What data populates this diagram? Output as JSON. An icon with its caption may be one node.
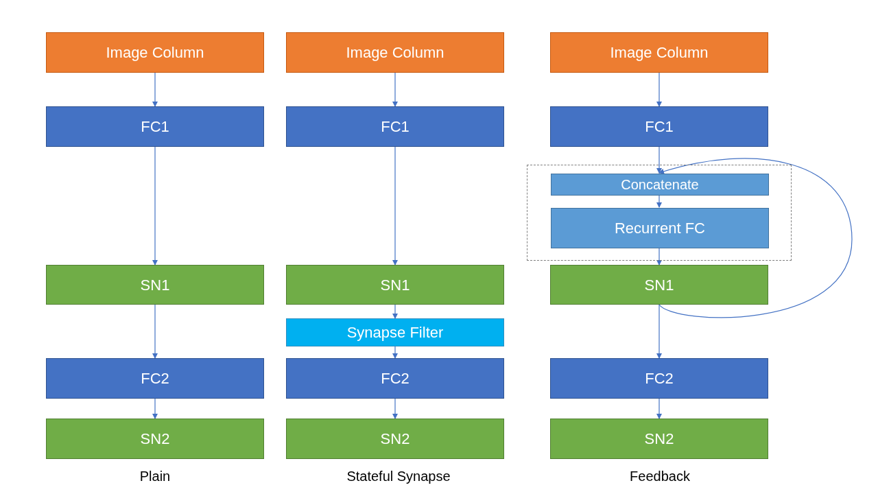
{
  "diagram": {
    "nodes": [
      {
        "text": [
          "Image Column"
        ]
      },
      {
        "text": [
          "FC1"
        ]
      },
      {
        "text": [
          "SN1"
        ]
      },
      {
        "text": [
          "FC2"
        ]
      },
      {
        "text": [
          "SN2"
        ]
      },
      {
        "text": [
          "Image Column"
        ]
      },
      {
        "text": [
          "FC1"
        ]
      },
      {
        "text": [
          "SN1"
        ]
      },
      {
        "text": [
          "Synapse Filter"
        ]
      },
      {
        "text": [
          "FC2"
        ]
      },
      {
        "text": [
          "SN2"
        ]
      },
      {
        "text": [
          "Image Column"
        ]
      },
      {
        "text": [
          "FC1"
        ]
      },
      {
        "text": [],
        "shape": "box"
      },
      {
        "text": [
          "Concatenate"
        ],
        "in": 13
      },
      {
        "text": [
          "Recurrent FC"
        ],
        "in": 13
      },
      {
        "text": [
          "SN1"
        ]
      },
      {
        "text": [
          "FC2"
        ]
      },
      {
        "text": [
          "SN2"
        ]
      }
    ],
    "edges": [
      {
        "from": 0,
        "to": 1,
        "arrow": "to"
      },
      {
        "from": 1,
        "to": 2,
        "arrow": "to"
      },
      {
        "from": 2,
        "to": 3,
        "arrow": "to"
      },
      {
        "from": 3,
        "to": 4,
        "arrow": "to"
      },
      {
        "from": 5,
        "to": 6,
        "arrow": "to"
      },
      {
        "from": 6,
        "to": 7,
        "arrow": "to"
      },
      {
        "from": 7,
        "to": 8,
        "arrow": "to"
      },
      {
        "from": 8,
        "to": 9,
        "arrow": "to"
      },
      {
        "from": 9,
        "to": 10,
        "arrow": "to"
      },
      {
        "from": 11,
        "to": 12,
        "arrow": "to"
      },
      {
        "from": 12,
        "to": 14,
        "arrow": "to"
      },
      {
        "from": 14,
        "to": 15,
        "arrow": "to"
      },
      {
        "from": 15,
        "to": 16,
        "arrow": "to"
      },
      {
        "from": 16,
        "to": 17,
        "arrow": "to"
      },
      {
        "from": 17,
        "to": 18,
        "arrow": "to"
      },
      {
        "from": 16,
        "to": 14,
        "arrow": "to"
      }
    ],
    "labels": [
      "Plain",
      "Stateful Synapse",
      "Feedback"
    ]
  }
}
